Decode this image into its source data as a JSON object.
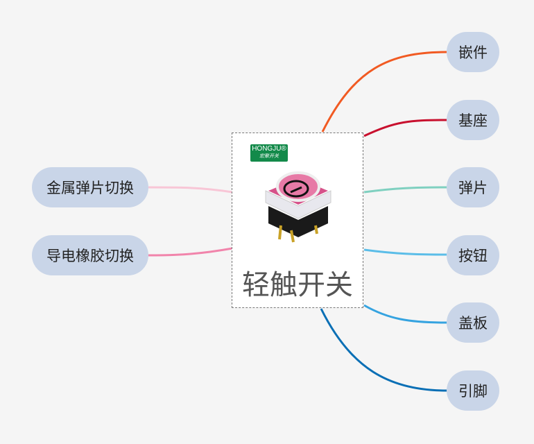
{
  "center": {
    "title": "轻触开关",
    "logo": {
      "en": "HONGJU®",
      "cn": "宏聚开关"
    }
  },
  "right_nodes": [
    {
      "label": "嵌件",
      "color": "#f15a22"
    },
    {
      "label": "基座",
      "color": "#c8102e"
    },
    {
      "label": "弹片",
      "color": "#7fd0c0"
    },
    {
      "label": "按钮",
      "color": "#5bbde8"
    },
    {
      "label": "盖板",
      "color": "#35a3e0"
    },
    {
      "label": "引脚",
      "color": "#0a6fb5"
    }
  ],
  "left_nodes": [
    {
      "label": "金属弹片切换",
      "color": "#f8c6d6"
    },
    {
      "label": "导电橡胶切换",
      "color": "#f184ab"
    }
  ]
}
